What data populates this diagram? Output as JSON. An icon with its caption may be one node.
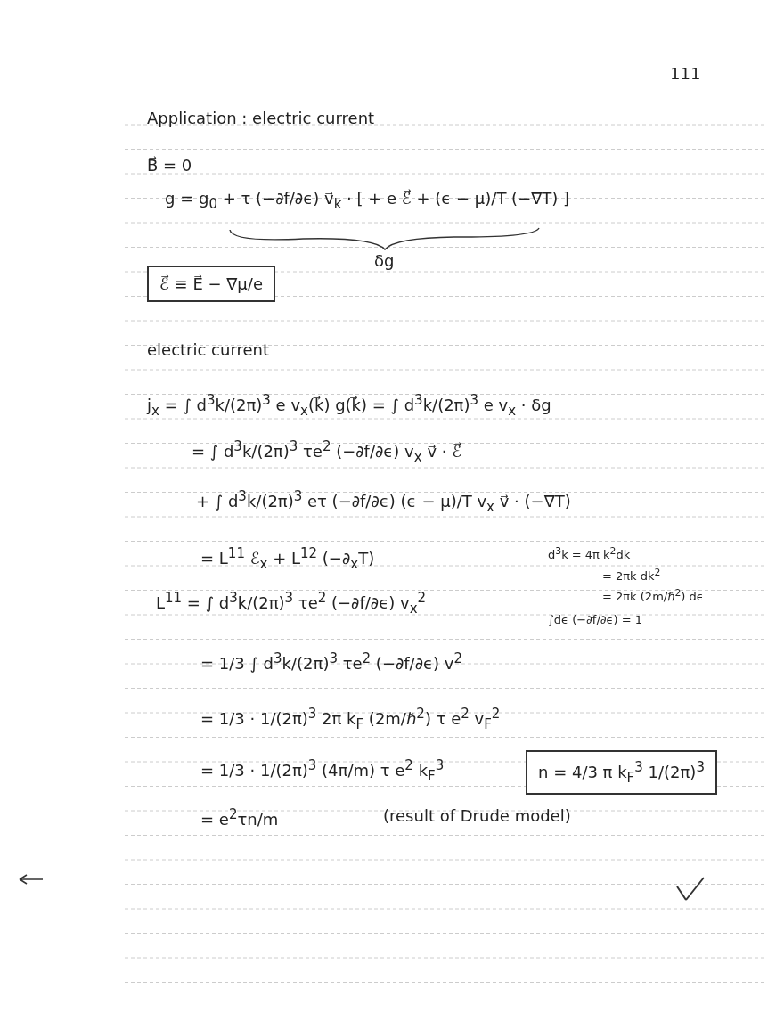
{
  "diagram": {
    "title": "Application : electric current",
    "nodes": [
      {
        "text": [
          "ℰ⃗ ≡ E⃗ − ∇μ/e"
        ]
      },
      {
        "text": [
          "n = 4/3 π k$_{F}$$^{3}$ 1/(2π)$^{3}$"
        ]
      }
    ],
    "labels": [
      "111",
      "B⃗ = 0",
      "g = g$_{0}$ + τ (−∂f/∂ϵ) v⃗$_{k}$ · [ + e ℰ⃗ + (ϵ − μ)/T (−∇T) ]",
      "δg",
      "electric current",
      "j$_{x}$ = ∫ d$^{3}$k/(2π)$^{3}$ e v$_{x}$(k⃗) g(k⃗) = ∫ d$^{3}$k/(2π)$^{3}$ e v$_{x}$ · δg",
      "= ∫ d$^{3}$k/(2π)$^{3}$ τe$^{2}$ (−∂f/∂ϵ) v$_{x}$ v⃗ · ℰ⃗",
      "+ ∫ d$^{3}$k/(2π)$^{3}$ eτ (−∂f/∂ϵ) (ϵ − μ)/T v$_{x}$ v⃗ · (−∇T)",
      "= L$^{11}$ ℰ$_{x}$ + L$^{12}$ (−∂$_{x}$T)",
      "d$^{3}$k = 4π k$^{2}$dk",
      "= 2πk dk$^{2}$",
      "= 2πk (2m/ℏ$^{2}$) dϵ",
      "∫dϵ (−∂f/∂ϵ) = 1",
      "L$^{11}$ = ∫ d$^{3}$k/(2π)$^{3}$ τe$^{2}$ (−∂f/∂ϵ) v$_{x}$$^{2}$",
      "= 1/3 ∫ d$^{3}$k/(2π)$^{3}$ τe$^{2}$ (−∂f/∂ϵ) v$^{2}$",
      "= 1/3 · 1/(2π)$^{3}$ 2π k$_{F}$ (2m/ℏ$^{2}$) τ e$^{2}$ v$_{F}$$^{2}$",
      "= 1/3 · 1/(2π)$^{3}$ (4π/m) τ e$^{2}$ k$_{F}$$^{3}$",
      "= e$^{2}$τn/m",
      "(result of Drude model)"
    ]
  }
}
